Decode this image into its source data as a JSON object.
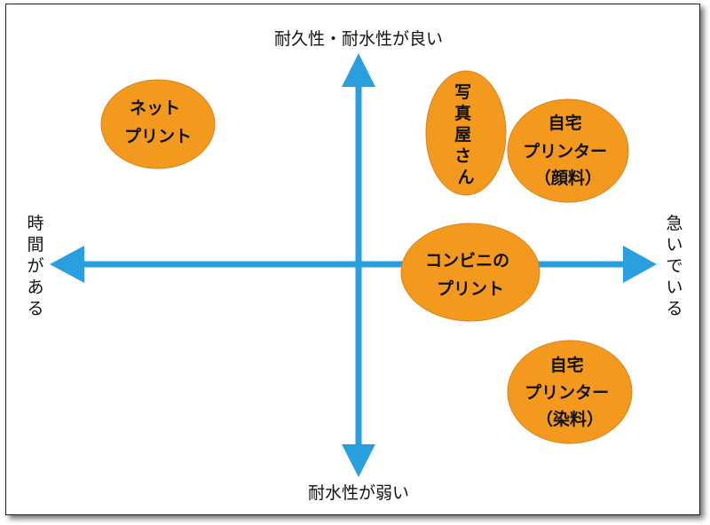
{
  "colors": {
    "arrow": "#2a9fdf",
    "bubble_fill": "#f39a1e",
    "bubble_stroke": "#d9821a",
    "text": "#111111"
  },
  "axes": {
    "top": "耐久性・耐水性が良い",
    "bottom": "耐水性が弱い",
    "left": "時間がある",
    "right": "急いでいる"
  },
  "bubbles": [
    {
      "id": "net-print",
      "lines": [
        "ネット",
        "プリント"
      ]
    },
    {
      "id": "photo-shop",
      "lines": [
        "写",
        "真",
        "屋",
        "さ",
        "ん"
      ]
    },
    {
      "id": "home-pigment",
      "lines": [
        "自宅",
        "プリンター",
        "（顔料）"
      ]
    },
    {
      "id": "convenience-store",
      "lines": [
        "コンビニの",
        "プリント"
      ]
    },
    {
      "id": "home-dye",
      "lines": [
        "自宅",
        "プリンター",
        "（染料）"
      ]
    }
  ]
}
